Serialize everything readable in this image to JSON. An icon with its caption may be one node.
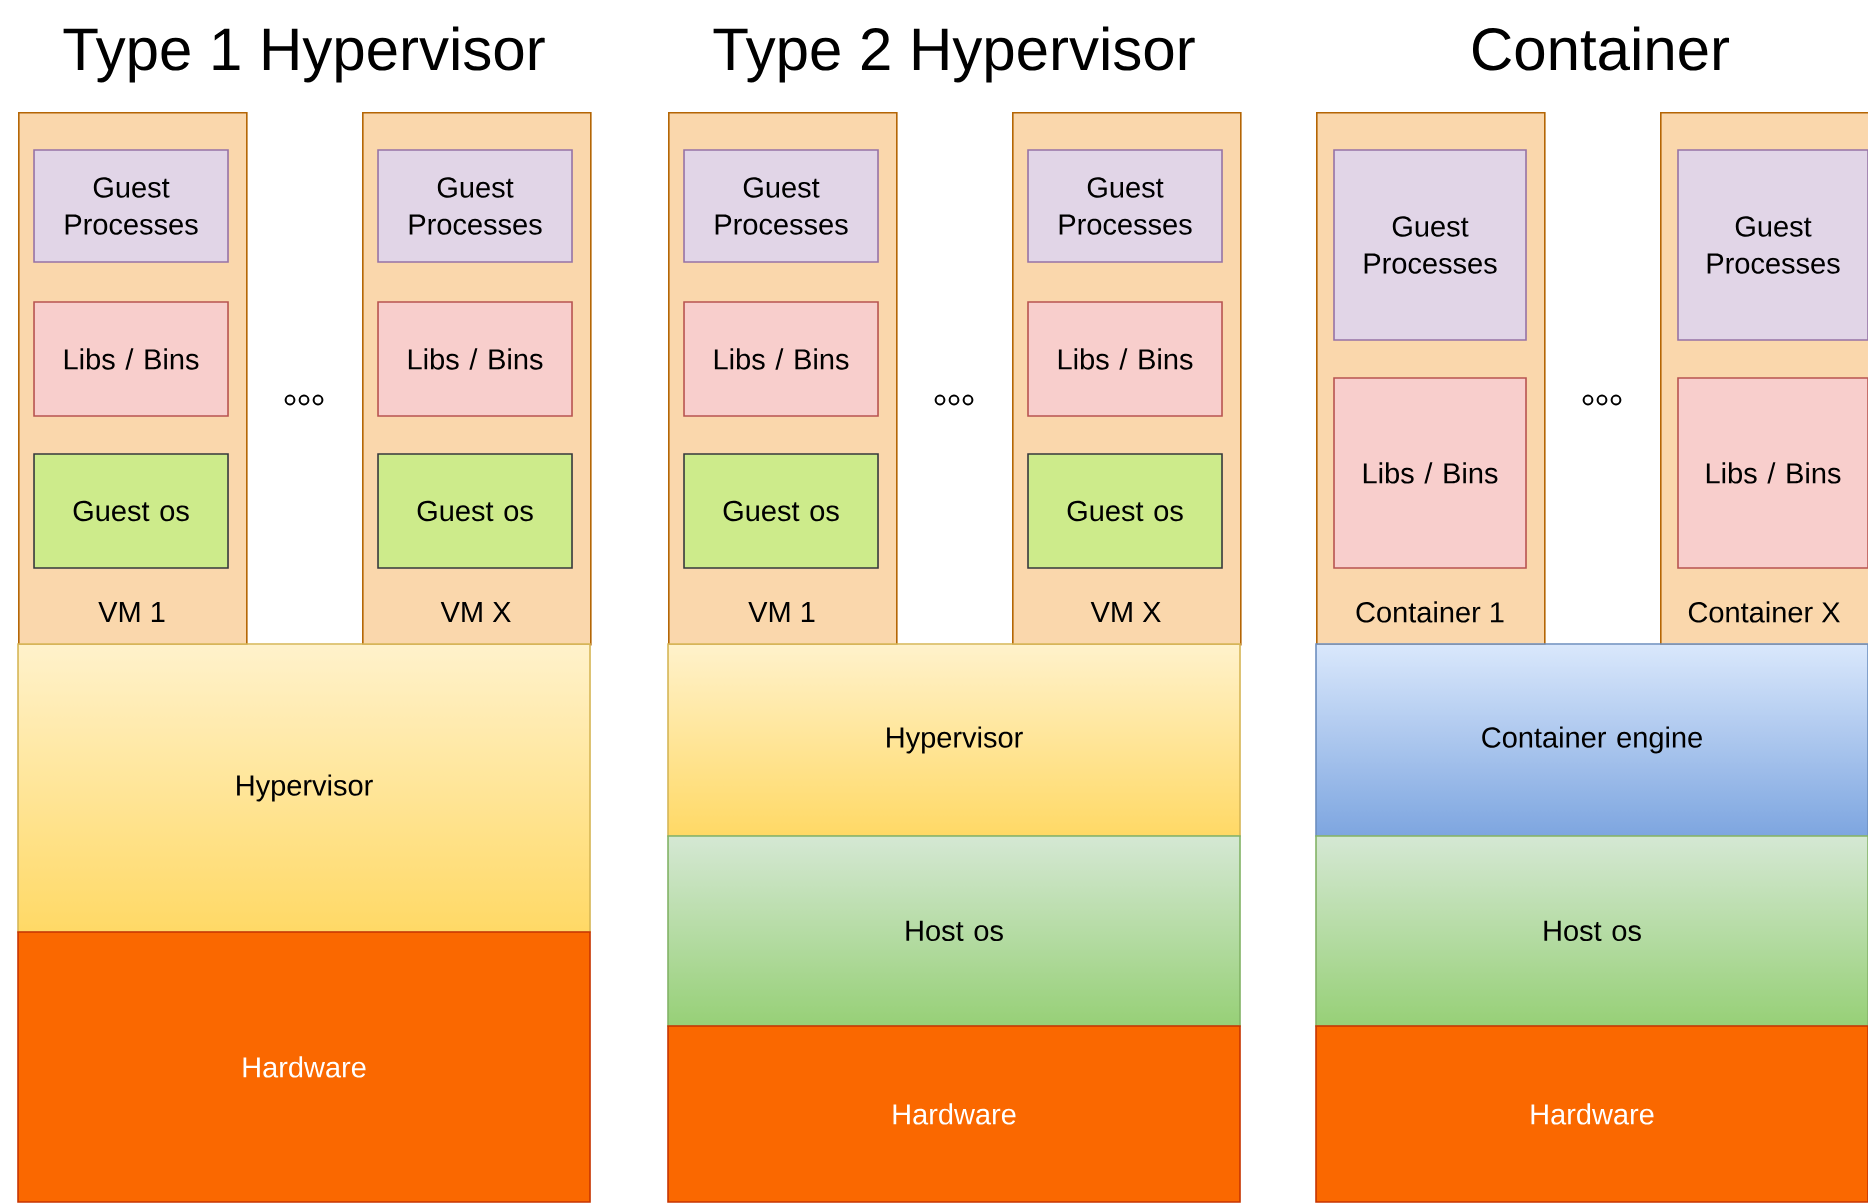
{
  "diagram": {
    "nodes": [
      {
        "text": [
          "VM 1"
        ]
      },
      {
        "text": [
          "Guest Processes"
        ],
        "in": 0
      },
      {
        "text": [
          "Libs / Bins"
        ],
        "in": 0
      },
      {
        "text": [
          "Guest os"
        ],
        "in": 0
      },
      {
        "text": [
          "VM X"
        ]
      },
      {
        "text": [
          "Guest Processes"
        ],
        "in": 4
      },
      {
        "text": [
          "Libs / Bins"
        ],
        "in": 4
      },
      {
        "text": [
          "Guest os"
        ],
        "in": 4
      },
      {
        "text": [
          "Hypervisor"
        ]
      },
      {
        "text": [
          "Hardware"
        ]
      },
      {
        "text": [
          "VM 1"
        ]
      },
      {
        "text": [
          "Guest Processes"
        ],
        "in": 10
      },
      {
        "text": [
          "Libs / Bins"
        ],
        "in": 10
      },
      {
        "text": [
          "Guest os"
        ],
        "in": 10
      },
      {
        "text": [
          "VM X"
        ]
      },
      {
        "text": [
          "Guest Processes"
        ],
        "in": 14
      },
      {
        "text": [
          "Libs / Bins"
        ],
        "in": 14
      },
      {
        "text": [
          "Guest os"
        ],
        "in": 14
      },
      {
        "text": [
          "Hypervisor"
        ]
      },
      {
        "text": [
          "Host os"
        ]
      },
      {
        "text": [
          "Hardware"
        ]
      },
      {
        "text": [
          "Container 1"
        ]
      },
      {
        "text": [
          "Guest Processes"
        ],
        "in": 21
      },
      {
        "text": [
          "Libs / Bins"
        ],
        "in": 21
      },
      {
        "text": [
          "Container X"
        ]
      },
      {
        "text": [
          "Guest Processes"
        ],
        "in": 24
      },
      {
        "text": [
          "Libs / Bins"
        ],
        "in": 24
      },
      {
        "text": [
          "Container engine"
        ]
      },
      {
        "text": [
          "Host os"
        ]
      },
      {
        "text": [
          "Hardware"
        ]
      }
    ],
    "labels": [
      "Type 1 Hypervisor",
      "Type 2 Hypervisor",
      "Container"
    ]
  }
}
